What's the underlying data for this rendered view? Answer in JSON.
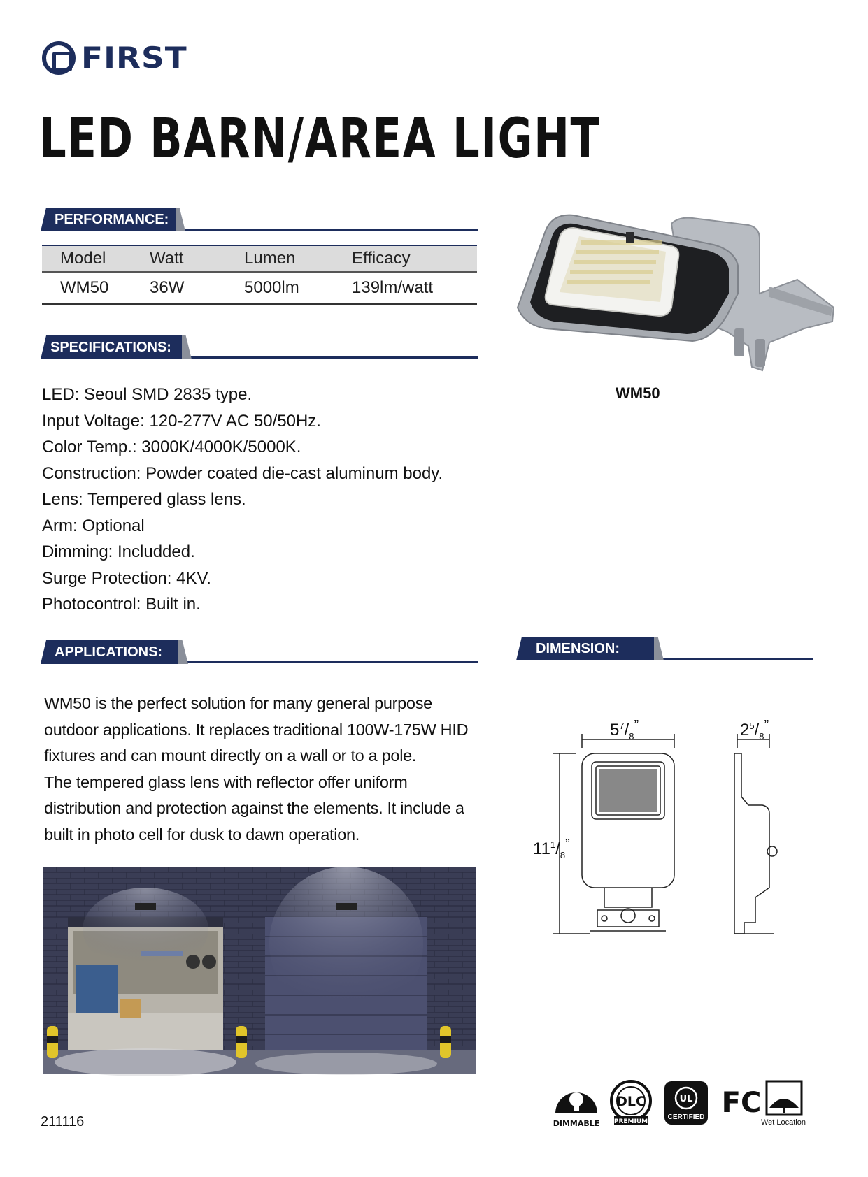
{
  "brand": {
    "name": "FIRST"
  },
  "title": "LED BARN/AREA LIGHT",
  "performance": {
    "header": "PERFORMANCE:",
    "columns": [
      "Model",
      "Watt",
      "Lumen",
      "Efficacy"
    ],
    "rows": [
      [
        "WM50",
        "36W",
        "5000lm",
        "139lm/watt"
      ]
    ]
  },
  "specifications": {
    "header": "SPECIFICATIONS:",
    "lines": [
      "LED: Seoul SMD 2835 type.",
      "Input Voltage: 120-277V AC 50/50Hz.",
      "Color Temp.: 3000K/4000K/5000K.",
      "Construction: Powder coated die-cast aluminum body.",
      "Lens: Tempered glass lens.",
      "Arm: Optional",
      "Dimming: Includded.",
      "Surge Protection: 4KV.",
      "Photocontrol: Built in."
    ]
  },
  "applications": {
    "header": "APPLICATIONS:",
    "lines": [
      "WM50 is the perfect solution for many general purpose",
      "outdoor applications. It replaces traditional 100W-175W HID",
      "fixtures and can mount directly on a wall or to a pole.",
      "The tempered glass lens with reflector offer uniform",
      "distribution and  protection against the elements. It include a",
      "built in photo cell for dusk to dawn operation."
    ]
  },
  "product": {
    "caption": "WM50"
  },
  "dimension": {
    "header": "DIMENSION:",
    "width": {
      "whole": "5",
      "num": "7",
      "den": "8"
    },
    "depth": {
      "whole": "2",
      "num": "5",
      "den": "8"
    },
    "height": {
      "whole": "11",
      "num": "1",
      "den": "8"
    }
  },
  "badges": {
    "dimmable": "DIMMABLE",
    "dlc_top": "DLC",
    "dlc_bottom": "PREMIUM",
    "ul": "UL",
    "ul_label": "CERTIFIED",
    "fcc": "FC",
    "wet": "Wet Location"
  },
  "doc_code": "211116",
  "colors": {
    "navy": "#1d2d5c",
    "grey_wedge": "#8a8f9a"
  }
}
